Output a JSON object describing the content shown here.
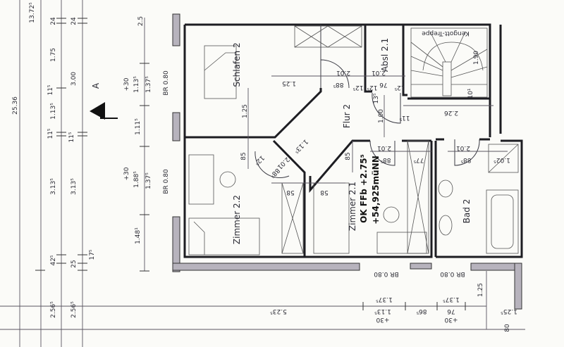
{
  "overall": {
    "total": "25.36",
    "top": "13.72⁵",
    "top_right": "2.5"
  },
  "dim_col1": [
    "24",
    "1.75",
    "11⁵",
    "1.13⁵",
    "11⁵",
    "3.13⁵",
    "42⁵",
    "2.56⁵"
  ],
  "dim_col2": [
    "24",
    "3.00",
    "11⁵",
    "3.13⁵",
    "25",
    "2.56⁵",
    "17⁵"
  ],
  "dim_col3": [
    "+30",
    "1.13⁵",
    "1.37⁵",
    "1.11⁵",
    "+30",
    "1.88⁵",
    "1.37⁵",
    "1.48¹"
  ],
  "windows": [
    "BR 0.80",
    "BR 0.80",
    "BR 0.80",
    "BR 0.80"
  ],
  "section_marker": "A",
  "rooms": {
    "schlafen": "Schlafen 2",
    "zimmer22": "Zimmer 2.2",
    "flur": "Flur 2",
    "zimmer21": "Zimmer 2.1",
    "level": "OK FFb +2.75⁵",
    "elevation": "+54,925müNN",
    "absl": "Absl 2.1",
    "bad": "Bad 2",
    "stair": "Kengott-Treppe"
  },
  "interior_dims": [
    "1.25",
    "2.01",
    "2.01",
    "88⁵",
    "76",
    "12⁵",
    "12⁵",
    "12⁵",
    "2.26",
    "1.90",
    "10¹",
    "1.00",
    "11⁵",
    "1.25",
    "85",
    "1.13⁵",
    "2.01",
    "88⁵",
    "12⁵",
    "58",
    "58",
    "85",
    "2.01",
    "88⁵",
    "77⁵",
    "2.01",
    "88⁵",
    "1.02⁵",
    "13⁵"
  ],
  "bottom_dims": [
    "1.37⁵",
    "1.37⁵",
    "1.13⁵",
    "86⁵",
    "76",
    "+30",
    "+30",
    "1.25⁵",
    "1.25",
    "80",
    "5.23⁵"
  ]
}
